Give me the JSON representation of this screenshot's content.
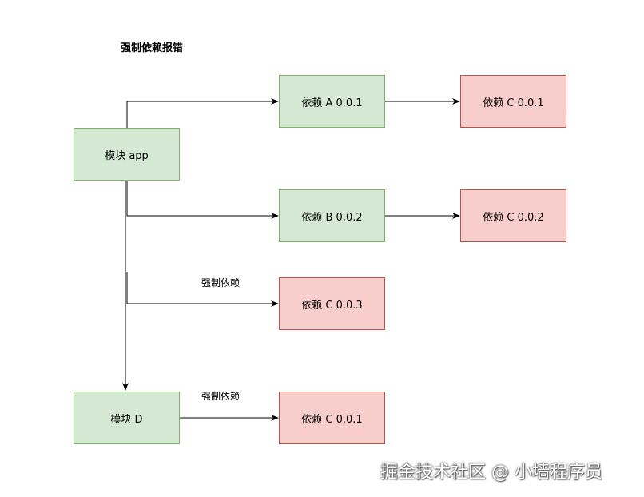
{
  "diagram": {
    "title": "强制依赖报错",
    "nodes": {
      "app": "模块 app",
      "d": "模块 D",
      "dep_a": "依赖 A 0.0.1",
      "dep_c_a": "依赖 C 0.0.1",
      "dep_b": "依赖 B 0.0.2",
      "dep_c_b": "依赖 C 0.0.2",
      "dep_c_forced": "依赖 C 0.0.3",
      "dep_c_d": "依赖 C 0.0.1"
    },
    "edge_labels": {
      "forced_app": "强制依赖",
      "forced_d": "强制依赖"
    },
    "colors": {
      "green_fill": "#d5e8d4",
      "green_stroke": "#82b366",
      "red_fill": "#f8cecc",
      "red_stroke": "#b85450"
    }
  },
  "watermark": "掘金技术社区 @ 小墙程序员"
}
